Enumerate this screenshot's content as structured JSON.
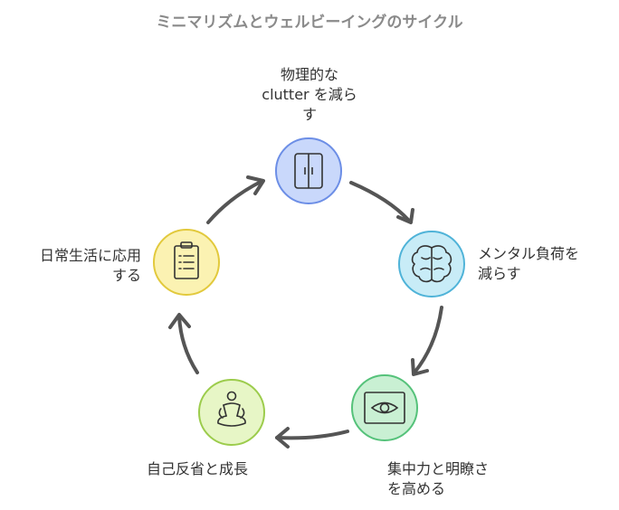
{
  "title": "ミニマリズムとウェルビーイングのサイクル",
  "nodes": [
    {
      "id": "physical",
      "label_lines": [
        "物理的な",
        "clutter を減ら",
        "す"
      ],
      "icon": "wardrobe-icon",
      "fill": "#c9d8fb",
      "stroke": "#6c8ee6"
    },
    {
      "id": "mental",
      "label_lines": [
        "メンタル負荷を",
        "減らす"
      ],
      "icon": "brain-icon",
      "fill": "#c8ecf7",
      "stroke": "#4fb3d8"
    },
    {
      "id": "focus",
      "label_lines": [
        "集中力と明瞭さ",
        "を高める"
      ],
      "icon": "eye-icon",
      "fill": "#c9f0d3",
      "stroke": "#55c27a"
    },
    {
      "id": "reflection",
      "label_lines": [
        "自己反省と成長"
      ],
      "icon": "meditation-icon",
      "fill": "#e7f6c6",
      "stroke": "#9ccc4c"
    },
    {
      "id": "daily",
      "label_lines": [
        "日常生活に応用",
        "する"
      ],
      "icon": "clipboard-icon",
      "fill": "#fbf2b2",
      "stroke": "#e2c93c"
    }
  ],
  "colors": {
    "arrow": "#555555",
    "icon_stroke": "#333333",
    "title": "#8a8a8a"
  }
}
